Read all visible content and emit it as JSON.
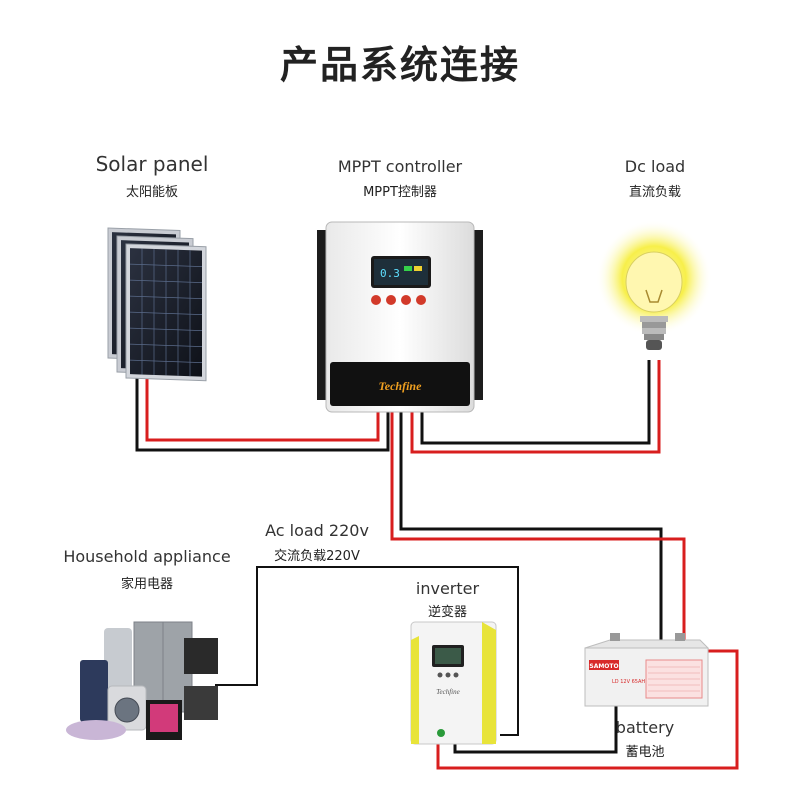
{
  "title": "产品系统连接",
  "labels": {
    "solar_panel_en": "Solar panel",
    "solar_panel_cn": "太阳能板",
    "controller_en": "MPPT controller",
    "controller_cn": "MPPT控制器",
    "dc_load_en": "Dc load",
    "dc_load_cn": "直流负载",
    "ac_load_en": "Ac load 220v",
    "ac_load_cn": "交流负载220V",
    "household_en": "Household appliance",
    "household_cn": "家用电器",
    "inverter_en": "inverter",
    "inverter_cn": "逆变器",
    "battery_en": "battery",
    "battery_cn": "蓄电池"
  },
  "branding": {
    "controller_brand": "Techfine",
    "inverter_brand": "Techfine",
    "battery_brand": "SAMOTO",
    "battery_model": "LD 12V 65AH"
  },
  "colors": {
    "positive_wire": "#d81e1e",
    "negative_wire": "#111111",
    "bulb_glow": "#f7ef4a"
  }
}
